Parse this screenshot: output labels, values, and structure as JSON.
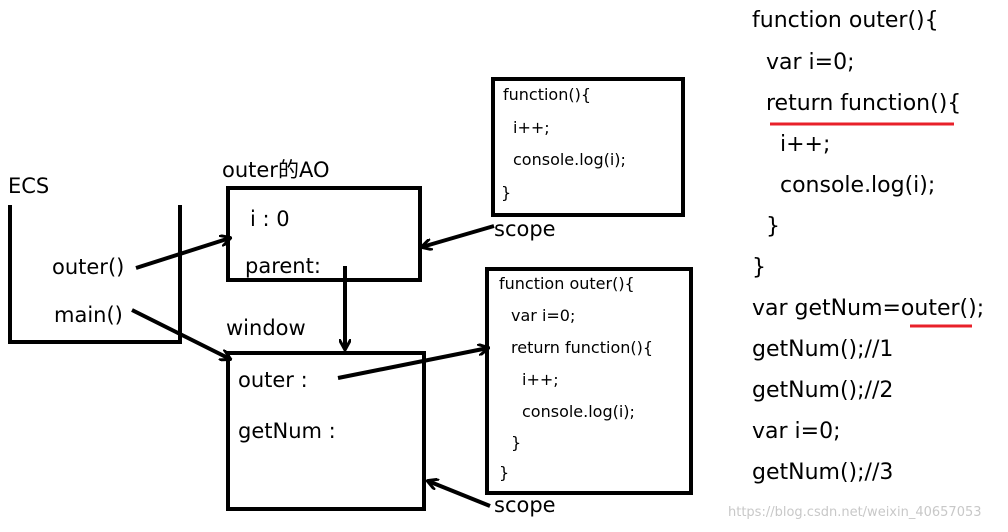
{
  "ecs": {
    "title": "ECS",
    "items": [
      "outer()",
      "main()"
    ]
  },
  "ao": {
    "title": "outer的AO",
    "fields": [
      "i : 0",
      "parent:"
    ]
  },
  "window_obj": {
    "title": "window",
    "fields": [
      "outer :",
      "getNum :"
    ]
  },
  "inner_fn": {
    "lines": [
      "function(){",
      "i++;",
      "console.log(i);",
      "}"
    ],
    "scope_label": "scope"
  },
  "outer_fn": {
    "lines": [
      "function outer(){",
      "var i=0;",
      "return function(){",
      "i++;",
      "console.log(i);",
      "}",
      "}"
    ],
    "scope_label": "scope"
  },
  "source_code": {
    "lines": [
      "function outer(){",
      "var i=0;",
      "return function(){",
      "i++;",
      "console.log(i);",
      "}",
      "}",
      "var getNum=outer();",
      "getNum();//1",
      "getNum();//2",
      "var i=0;",
      "getNum();//3"
    ],
    "underline_color": "#e8202a"
  },
  "watermark": "https://blog.csdn.net/weixin_40657053"
}
